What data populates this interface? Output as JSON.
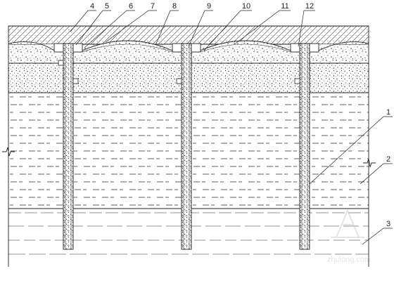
{
  "drawing": {
    "callouts_top": [
      "4",
      "5",
      "6",
      "7",
      "8",
      "9",
      "10",
      "11",
      "12"
    ],
    "callouts_right": [
      "1",
      "2",
      "3"
    ],
    "watermark": "zhulong.com"
  }
}
